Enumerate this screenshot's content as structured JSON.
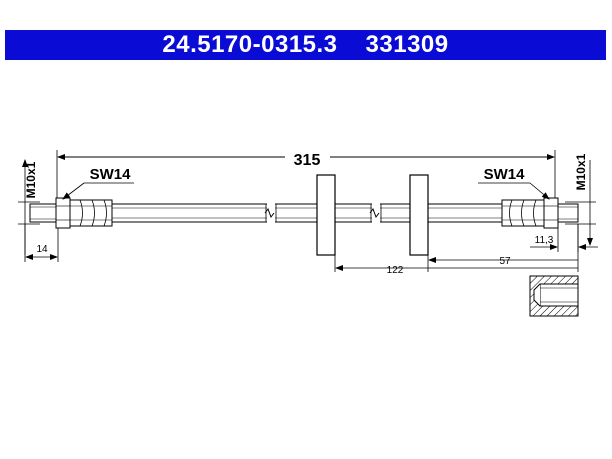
{
  "header": {
    "part_number": "24.5170-0315.3",
    "ref_number": "331309",
    "background": "#0b0bd6"
  },
  "dimensions": {
    "overall_length": "315",
    "left_thread": "M10x1",
    "right_thread": "M10x1",
    "left_wrench": "SW14",
    "right_wrench": "SW14",
    "left_stub": "14",
    "right_stub": "11,3",
    "bracket_distance": "122",
    "bracket_offset": "57"
  }
}
